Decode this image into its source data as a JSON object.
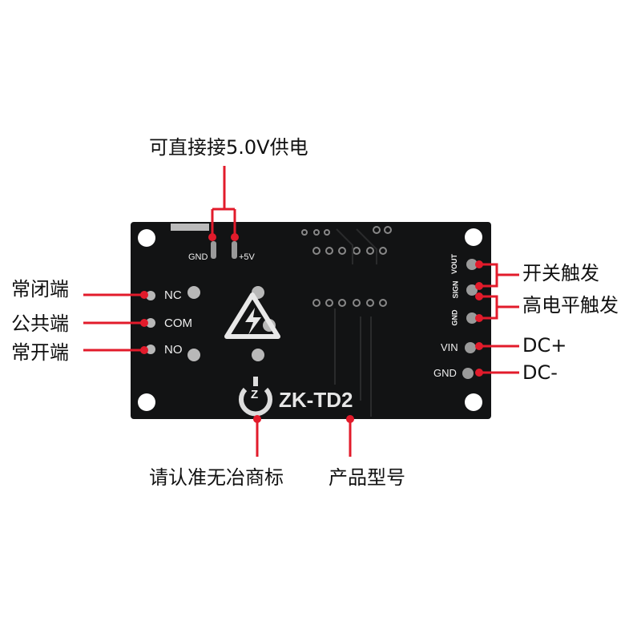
{
  "annotations": {
    "power_note": "可直接接5.0V供电",
    "nc": "常闭端",
    "com": "公共端",
    "no": "常开端",
    "switch_trigger": "开关触发",
    "high_level_trigger": "高电平触发",
    "dc_plus": "DC+",
    "dc_minus": "DC-",
    "trademark_note": "请认准无冶商标",
    "model_note": "产品型号"
  },
  "board": {
    "gnd_pad": "GND",
    "v5_pad": "+5V",
    "nc": "NC",
    "com": "COM",
    "no": "NO",
    "vout": "VOUT",
    "sign": "SIGN",
    "gnd_small": "GND",
    "vin": "VIN",
    "gnd": "GND",
    "model": "ZK-TD2",
    "logo_letter": "Z"
  },
  "colors": {
    "accent": "#e21b2b",
    "board": "#121314"
  }
}
